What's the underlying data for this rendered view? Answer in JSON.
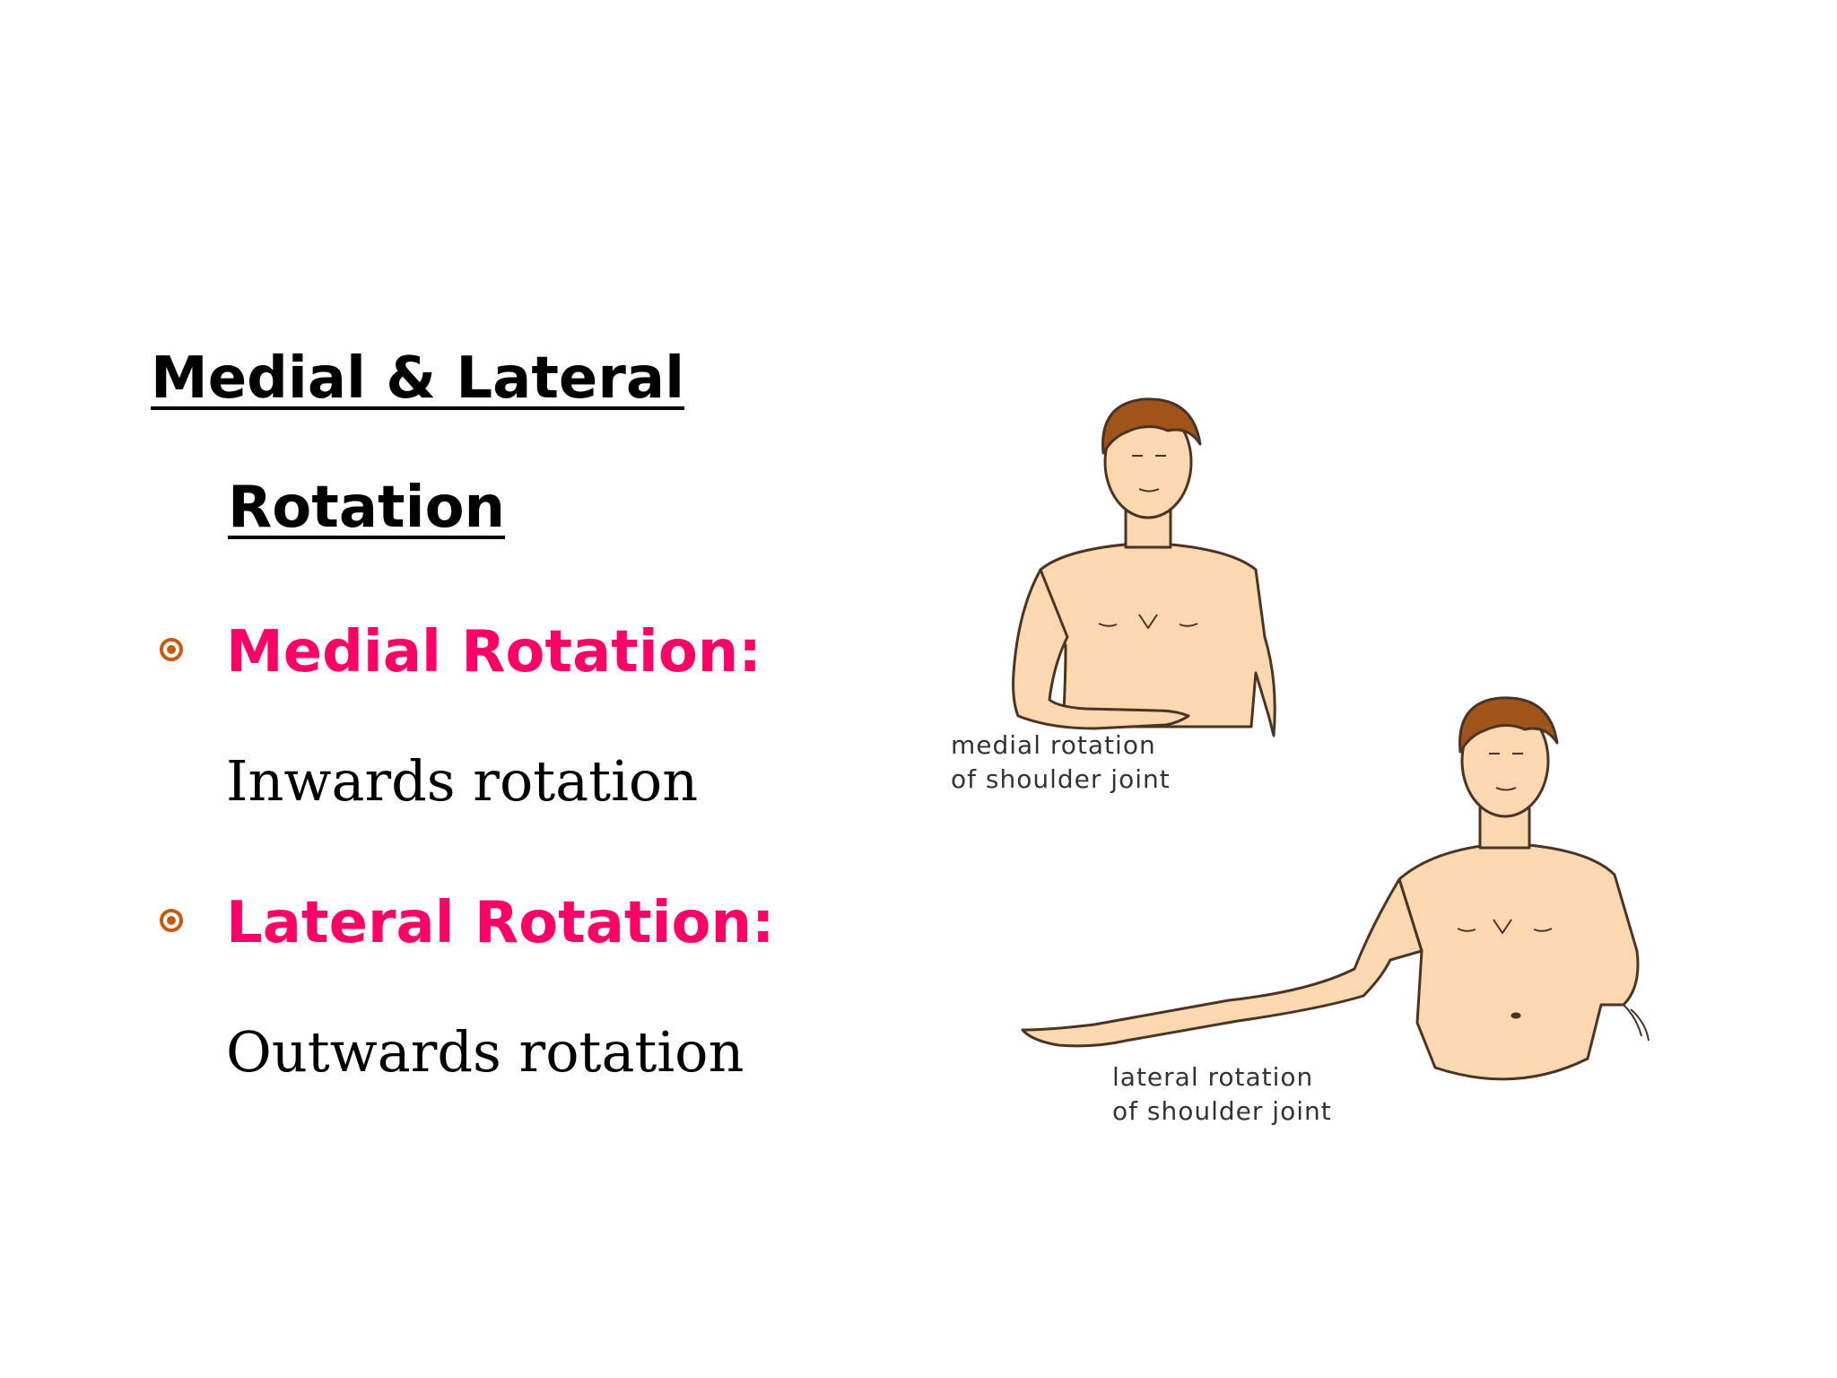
{
  "slide": {
    "heading_line1": "Medial & Lateral",
    "heading_line2": "Rotation",
    "items": [
      {
        "term": "Medial Rotation:",
        "description": "Inwards rotation"
      },
      {
        "term": "Lateral Rotation:",
        "description": "Outwards rotation"
      }
    ],
    "colors": {
      "term": "#ff0066",
      "bullet": "#c55a11",
      "skin": "#fbd8b0",
      "hair": "#a0541a"
    }
  },
  "figure": {
    "caption_medial_line1": "medial rotation",
    "caption_medial_line2": "of shoulder joint",
    "caption_lateral_line1": "lateral rotation",
    "caption_lateral_line2": "of shoulder joint"
  }
}
